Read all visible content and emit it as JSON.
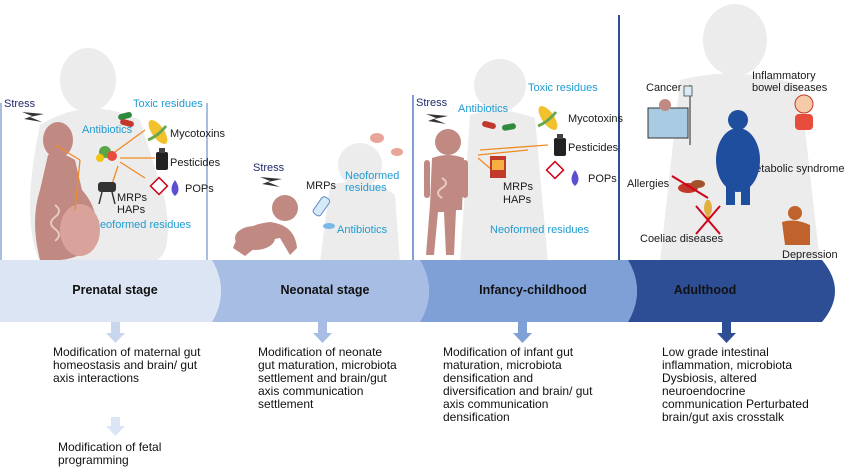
{
  "colors": {
    "stage1": "#dbe5f4",
    "stage2": "#a7bde3",
    "stage3": "#7f9fd7",
    "stage4": "#2d4e95",
    "text_blue": "#1f9bd1",
    "text_navy": "#1f2a6e",
    "silhouette": "#ececec"
  },
  "stages": [
    {
      "label": "Prenatal stage"
    },
    {
      "label": "Neonatal stage"
    },
    {
      "label": "Infancy-childhood"
    },
    {
      "label": "Adulthood"
    }
  ],
  "prenatal": {
    "stress": "Stress",
    "toxic_residues": "Toxic residues",
    "antibiotics": "Antibiotics",
    "mycotoxins": "Mycotoxins",
    "pesticides": "Pesticides",
    "pops": "POPs",
    "mrps": "MRPs",
    "haps": "HAPs",
    "neoformed": "Neoformed residues",
    "desc1": "Modification of maternal gut homeostasis and brain/ gut axis interactions",
    "desc2": "Modification of fetal programming"
  },
  "neonatal": {
    "stress": "Stress",
    "mrps": "MRPs",
    "neoformed": "Neoformed residues",
    "antibiotics": "Antibiotics",
    "desc": "Modification of neonate gut maturation, microbiota settlement and brain/gut axis communication settlement"
  },
  "infancy": {
    "stress": "Stress",
    "antibiotics": "Antibiotics",
    "toxic_residues": "Toxic residues",
    "mycotoxins": "Mycotoxins",
    "pesticides": "Pesticides",
    "pops": "POPs",
    "mrps": "MRPs",
    "haps": "HAPs",
    "neoformed": "Neoformed residues",
    "desc": "Modification of infant gut maturation, microbiota densification and diversification and brain/ gut axis communication densification"
  },
  "adulthood": {
    "cancer": "Cancer",
    "ibd": "Inflammatory bowel diseases",
    "metabolic": "Metabolic syndrome",
    "allergies": "Allergies",
    "coeliac": "Coeliac diseases",
    "depression": "Depression",
    "desc": "Low grade intestinal inflammation, microbiota Dysbiosis, altered neuroendocrine communication Perturbated brain/gut axis crosstalk"
  }
}
